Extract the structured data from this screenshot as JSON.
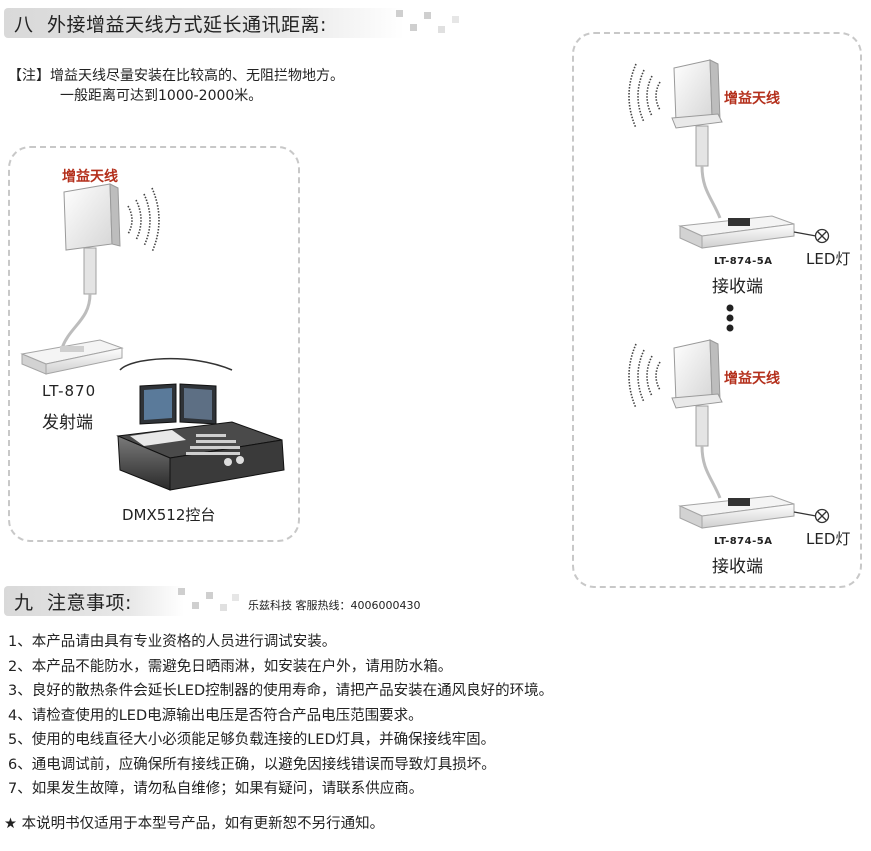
{
  "section8": {
    "num": "八",
    "title": "外接增益天线方式延长通讯距离:",
    "note_tag": "【注】",
    "note_line1": "增益天线尽量安装在比较高的、无阻拦物地方。",
    "note_line2": "一般距离可达到1000-2000米。"
  },
  "transmitter": {
    "antenna_label": "增益天线",
    "model": "LT-870",
    "role": "发射端",
    "console_label": "DMX512控台"
  },
  "receivers": [
    {
      "antenna_label": "增益天线",
      "model": "LT-874-5A",
      "role": "接收端",
      "load": "LED灯"
    },
    {
      "antenna_label": "增益天线",
      "model": "LT-874-5A",
      "role": "接收端",
      "load": "LED灯"
    }
  ],
  "section9": {
    "num": "九",
    "title": "注意事项:",
    "hotline": "乐兹科技 客服热线：4006000430",
    "items": [
      "1、本产品请由具有专业资格的人员进行调试安装。",
      "2、本产品不能防水，需避免日晒雨淋，如安装在户外，请用防水箱。",
      "3、良好的散热条件会延长LED控制器的使用寿命，请把产品安装在通风良好的环境。",
      "4、请检查使用的LED电源输出电压是否符合产品电压范围要求。",
      "5、使用的电线直径大小必须能足够负载连接的LED灯具，并确保接线牢固。",
      "6、通电调试前，应确保所有接线正确，以避免因接线错误而导致灯具损坏。",
      "7、如果发生故障，请勿私自维修；如果有疑问，请联系供应商。"
    ],
    "footer": "★ 本说明书仅适用于本型号产品，如有更新恕不另行通知。"
  },
  "colors": {
    "accent_red": "#b4301c",
    "header_gray": "#d9d9d9",
    "dashed_border": "#c8c8c8"
  }
}
